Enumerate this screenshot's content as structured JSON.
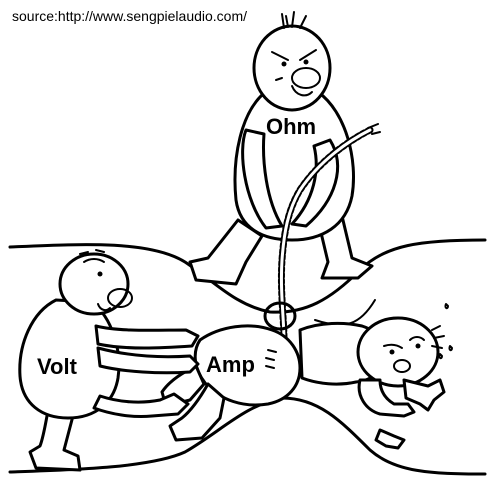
{
  "source": "source:http://www.sengpielaudio.com/",
  "labels": {
    "ohm": "Ohm",
    "volt": "Volt",
    "amp": "Amp"
  },
  "colors": {
    "ink": "#000000",
    "background": "#ffffff"
  }
}
